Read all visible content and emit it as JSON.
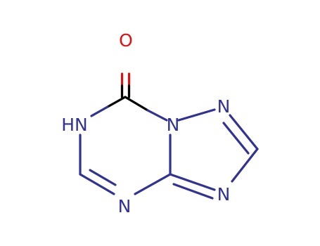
{
  "molecule": {
    "colors": {
      "nitrogen": "#303296",
      "oxygen": "#e01010",
      "carbon_bond": "#000000"
    },
    "atoms": {
      "O": "O",
      "NH": "HN",
      "N_bridge": "N",
      "N_triazole_top": "N",
      "N_triazole_bottom": "N",
      "N_ring_bottom": "N"
    }
  }
}
